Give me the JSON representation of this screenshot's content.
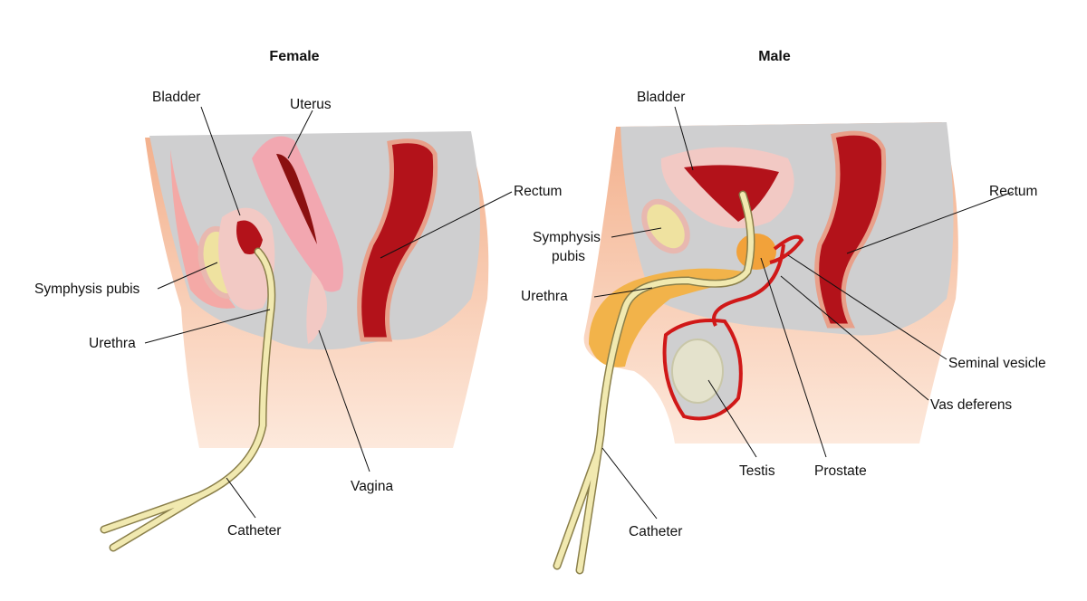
{
  "female": {
    "title": "Female",
    "labels": {
      "bladder": "Bladder",
      "uterus": "Uterus",
      "rectum": "Rectum",
      "symphysis_pubis": "Symphysis pubis",
      "urethra": "Urethra",
      "vagina": "Vagina",
      "catheter": "Catheter"
    }
  },
  "male": {
    "title": "Male",
    "labels": {
      "bladder": "Bladder",
      "symphysis_line1": "Symphysis",
      "symphysis_line2": "pubis",
      "urethra": "Urethra",
      "rectum": "Rectum",
      "seminal_vesicle": "Seminal vesicle",
      "vas_deferens": "Vas deferens",
      "testis": "Testis",
      "prostate": "Prostate",
      "catheter": "Catheter"
    }
  },
  "colors": {
    "tissue_gray": "#cfcfd0",
    "skin": "#f6c7a8",
    "organ_pink": "#f2c9c4",
    "rectum_red": "#b3121a",
    "catheter": "#f1e9b0",
    "prostate": "#f2a23a"
  }
}
